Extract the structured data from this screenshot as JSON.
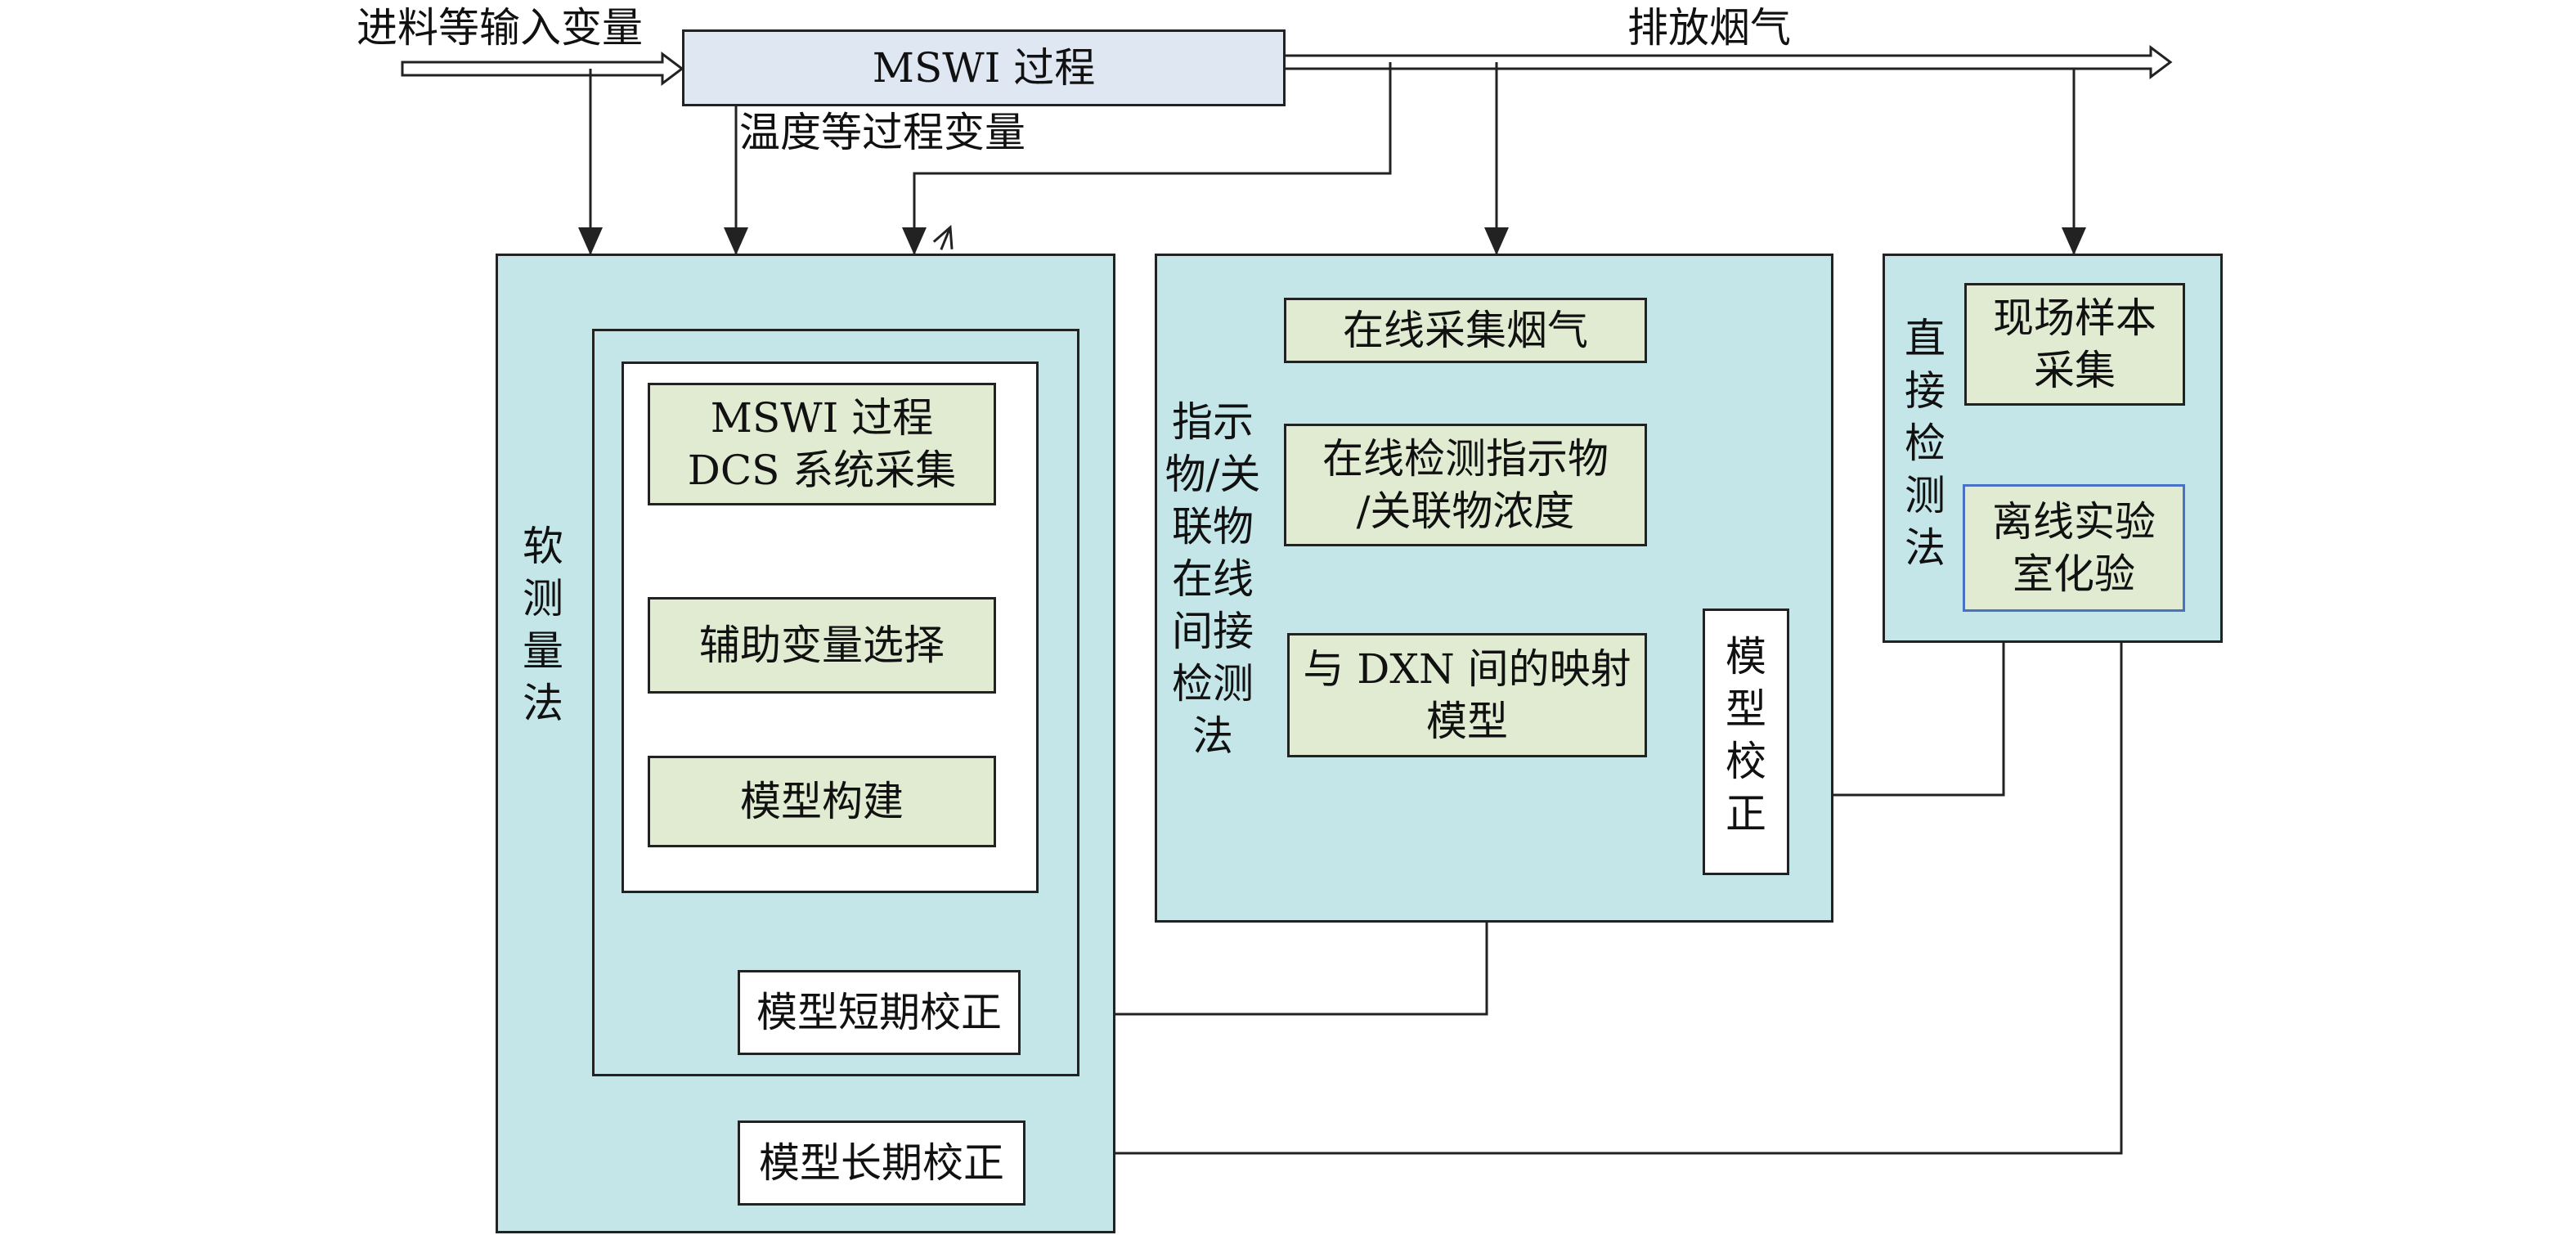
{
  "diagram": {
    "input_label": "进料等输入变量",
    "process_box": "MSWI 过程",
    "flue_gas_label": "排放烟气",
    "process_vars_label": "温度等过程变量",
    "soft_sensor": {
      "title": "软\n测\n量\n法",
      "steps": [
        "MSWI 过程\nDCS 系统采集",
        "辅助变量选择",
        "模型构建"
      ],
      "short_term_correction": "模型短期校正",
      "long_term_correction": "模型长期校正"
    },
    "indirect": {
      "title": "指示\n物/关\n联物\n在线\n间接\n检测\n法",
      "steps": [
        "在线采集烟气",
        "在线检测指示物\n/关联物浓度",
        "与 DXN 间的映射\n模型"
      ],
      "correction": "模\n型\n校\n正"
    },
    "direct": {
      "title": "直\n接\n检\n测\n法",
      "steps": [
        "现场样本\n采集",
        "离线实验\n室化验"
      ]
    },
    "colors": {
      "panel_fill": "#c4e6e8",
      "step_fill": "#e0ebd2",
      "process_fill": "#dfe7f3",
      "step_arrow": "#4a72c4",
      "line": "#222222"
    }
  }
}
